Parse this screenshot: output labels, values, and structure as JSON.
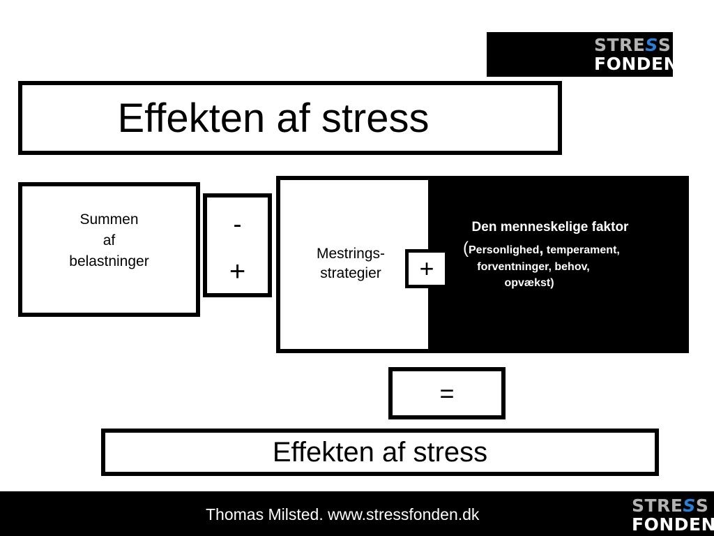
{
  "logo_top": {
    "line1_a": "STRE",
    "line1_s": "S",
    "line1_b": "S",
    "line2": "FONDEN"
  },
  "title": "Effekten af stress",
  "summen": {
    "line1": "Summen",
    "line2": "af",
    "line3": "belastninger"
  },
  "operator_minus": "-",
  "operator_plus": "+",
  "mestrings": {
    "line1": "Mestrings-",
    "line2": "strategier"
  },
  "plus_connector": "+",
  "faktor": {
    "heading": "Den menneskelige faktor",
    "line1_paren": "(",
    "line1": "Personlighed",
    "line1_comma": ",",
    "line1_rest": " temperament,",
    "line2": "forventninger, behov,",
    "line3": "opvækst)"
  },
  "equals": "=",
  "result": "Effekten af stress",
  "footer": {
    "text": "Thomas Milsted. www.stressfonden.dk",
    "logo_line1_a": "STRE",
    "logo_line1_s": "S",
    "logo_line1_b": "S",
    "logo_line2": "FONDEN"
  },
  "colors": {
    "background": "#ffffff",
    "ink": "#000000",
    "logo_grey": "#b3b3b3",
    "logo_blue": "#2d7fd6"
  }
}
